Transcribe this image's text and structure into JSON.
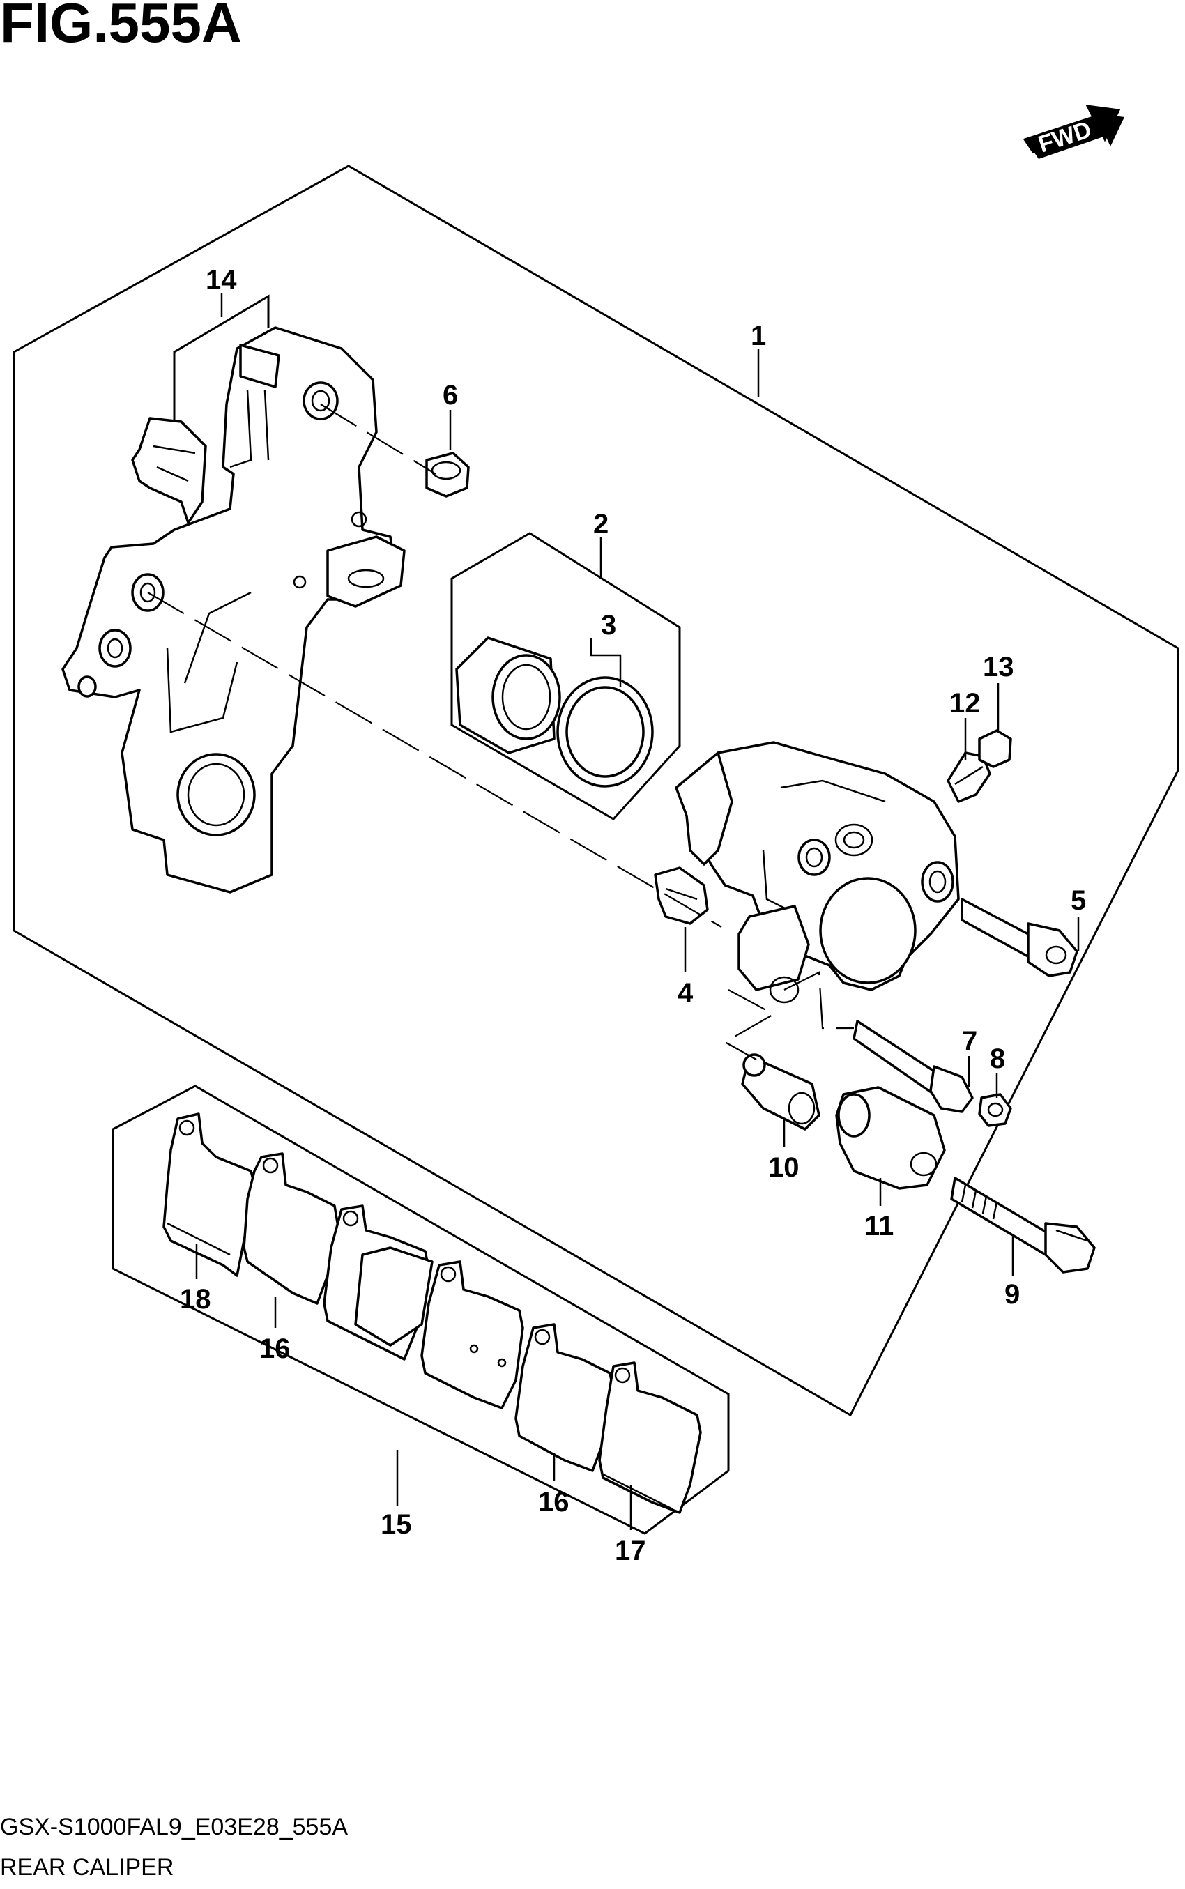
{
  "figure": {
    "title": "FIG.555A",
    "fwd_label": "FWD",
    "drawing_code": "GSX-S1000FAL9_E03E28_555A",
    "section_name": "REAR CALIPER"
  },
  "callouts": [
    {
      "id": "1",
      "label": "1"
    },
    {
      "id": "2",
      "label": "2"
    },
    {
      "id": "3",
      "label": "3"
    },
    {
      "id": "4",
      "label": "4"
    },
    {
      "id": "5",
      "label": "5"
    },
    {
      "id": "6",
      "label": "6"
    },
    {
      "id": "7",
      "label": "7"
    },
    {
      "id": "8",
      "label": "8"
    },
    {
      "id": "9",
      "label": "9"
    },
    {
      "id": "10",
      "label": "10"
    },
    {
      "id": "11",
      "label": "11"
    },
    {
      "id": "12",
      "label": "12"
    },
    {
      "id": "13",
      "label": "13"
    },
    {
      "id": "14",
      "label": "14"
    },
    {
      "id": "15",
      "label": "15"
    },
    {
      "id": "16a",
      "label": "16"
    },
    {
      "id": "16b",
      "label": "16"
    },
    {
      "id": "17",
      "label": "17"
    },
    {
      "id": "18",
      "label": "18"
    }
  ]
}
